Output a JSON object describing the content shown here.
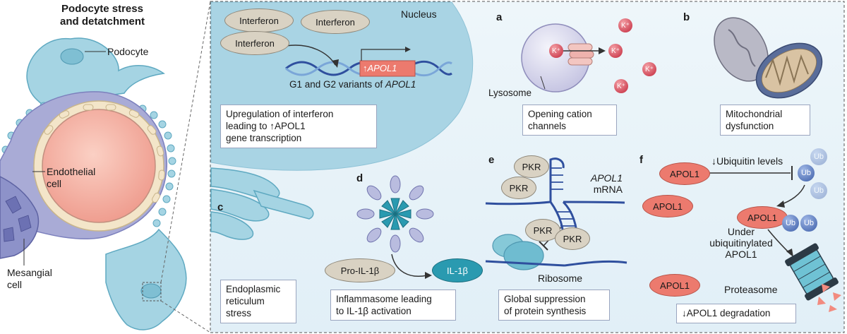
{
  "left": {
    "title_line1": "Podocyte stress",
    "title_line2": "and detatchment",
    "podocyte": "Podocyte",
    "endothelial_line1": "Endothelial",
    "endothelial_line2": "cell",
    "mesangial_line1": "Mesangial",
    "mesangial_line2": "cell"
  },
  "nucleus": {
    "label": "Nucleus",
    "interferon": [
      "Interferon",
      "Interferon",
      "Interferon"
    ],
    "gene_prefix": "↑",
    "gene": "APOL1",
    "variants_text": "G1 and G2 variants of",
    "variants_gene": "APOL1",
    "box_line1": "Upregulation of interferon",
    "box_line2": "leading to ↑APOL1",
    "box_line3": "gene transcription"
  },
  "panel_a": {
    "letter": "a",
    "lysosome": "Lysosome",
    "ion": "K⁺",
    "box_line1": "Opening cation",
    "box_line2": "channels"
  },
  "panel_b": {
    "letter": "b",
    "box_line1": "Mitochondrial",
    "box_line2": "dysfunction"
  },
  "panel_c": {
    "letter": "c",
    "box_line1": "Endoplasmic",
    "box_line2": "reticulum",
    "box_line3": "stress"
  },
  "panel_d": {
    "letter": "d",
    "pro": "Pro-IL-1β",
    "il": "IL-1β",
    "box_line1": "Inflammasome leading",
    "box_line2": "to IL-1β activation"
  },
  "panel_e": {
    "letter": "e",
    "pkr": "PKR",
    "mrna_line1": "APOL1",
    "mrna_line2": "mRNA",
    "ribosome": "Ribosome",
    "box_line1": "Global suppression",
    "box_line2": "of protein synthesis"
  },
  "panel_f": {
    "letter": "f",
    "apol1": "APOL1",
    "ub": "Ub",
    "ubiquitin_levels": "↓Ubiquitin levels",
    "under_line1": "Under",
    "under_line2": "ubiquitinylated",
    "under_line3": "APOL1",
    "proteasome": "Proteasome",
    "box_line1": "↓APOL1 degradation"
  },
  "colors": {
    "nucleus": "#a9d4e4",
    "panel_bg": "#e6f2f8",
    "endothelial": "#f7b9ad",
    "apol1_red": "#ec7a6e",
    "ub_blue": "#3c5ea8"
  }
}
